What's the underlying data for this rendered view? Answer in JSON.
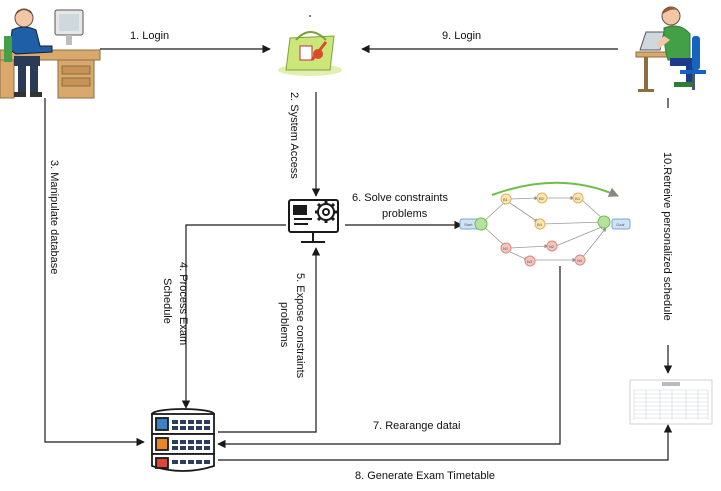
{
  "diagram": {
    "steps": {
      "s1": "1. Login",
      "s2": "2. System Access",
      "s3": "3.  Manipulate database",
      "s4a": "4.  Process Exam",
      "s4b": "Schedule",
      "s5a": "5.  Expose  constraints",
      "s5b": "problems",
      "s6a": "6.  Solve constraints",
      "s6b": "problems",
      "s7": "7.  Rearange datai",
      "s8": "8.  Generate Exam Timetable",
      "s9": "9.  Login",
      "s10": "10.Retreive personalized schedule"
    },
    "graph": {
      "start": "Start",
      "end": "Goal",
      "nodes": [
        "B1",
        "B2",
        "B3",
        "B4",
        "N1",
        "N2",
        "N3",
        "N4"
      ]
    },
    "icons": {
      "admin": "admin-at-desk-icon",
      "student": "student-at-laptop-icon",
      "system": "web-system-icon",
      "processor": "monitor-gear-icon",
      "solver": "constraint-graph-icon",
      "database": "database-server-icon",
      "timetable": "timetable-document-icon"
    },
    "colors": {
      "line": "#1a1a1a",
      "db_blue": "#3b82c4",
      "db_orange": "#e8862a",
      "db_red": "#d9473d",
      "graph_green": "#b7e1a1",
      "graph_yellow": "#fbe7b0",
      "graph_red": "#f5c6c0"
    }
  }
}
